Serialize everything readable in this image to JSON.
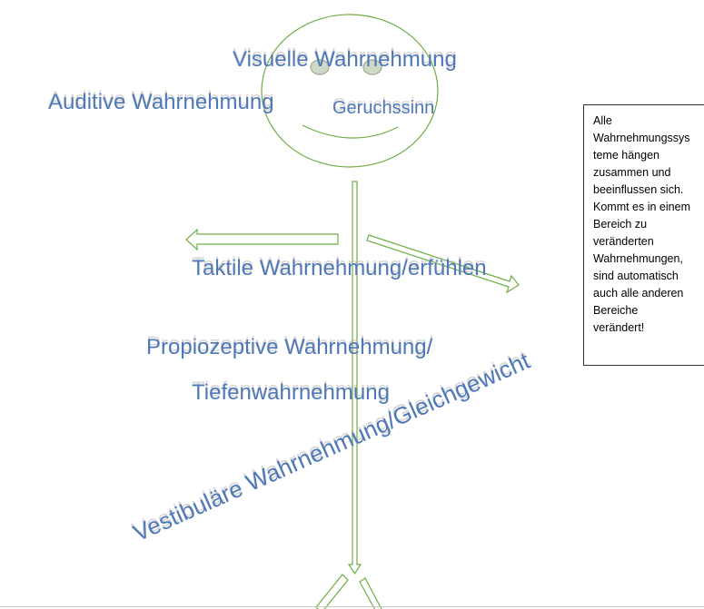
{
  "diagram": {
    "line_color": "#70ad47",
    "text_color": "#4f78b9",
    "labels": {
      "visual": "Visuelle Wahrnehmung",
      "auditive": "Auditive Wahrnehmung",
      "smell": "Geruchssinn",
      "tactile": "Taktile Wahrnehmung/erfühlen",
      "proprioceptive_line1": "Propiozeptive Wahrnehmung/",
      "proprioceptive_line2": "Tiefenwahrnehmung",
      "vestibular": "Vestibuläre Wahrnehmung/Gleichgewicht"
    }
  },
  "note": {
    "text": "Alle\nWahrnehmungssys\nteme hängen\nzusammen und\nbeeinflussen sich.\nKommt es in einem\nBereich zu\nveränderten\nWahrnehmungen,\nsind automatisch\nauch alle anderen\nBereiche\nverändert!"
  }
}
